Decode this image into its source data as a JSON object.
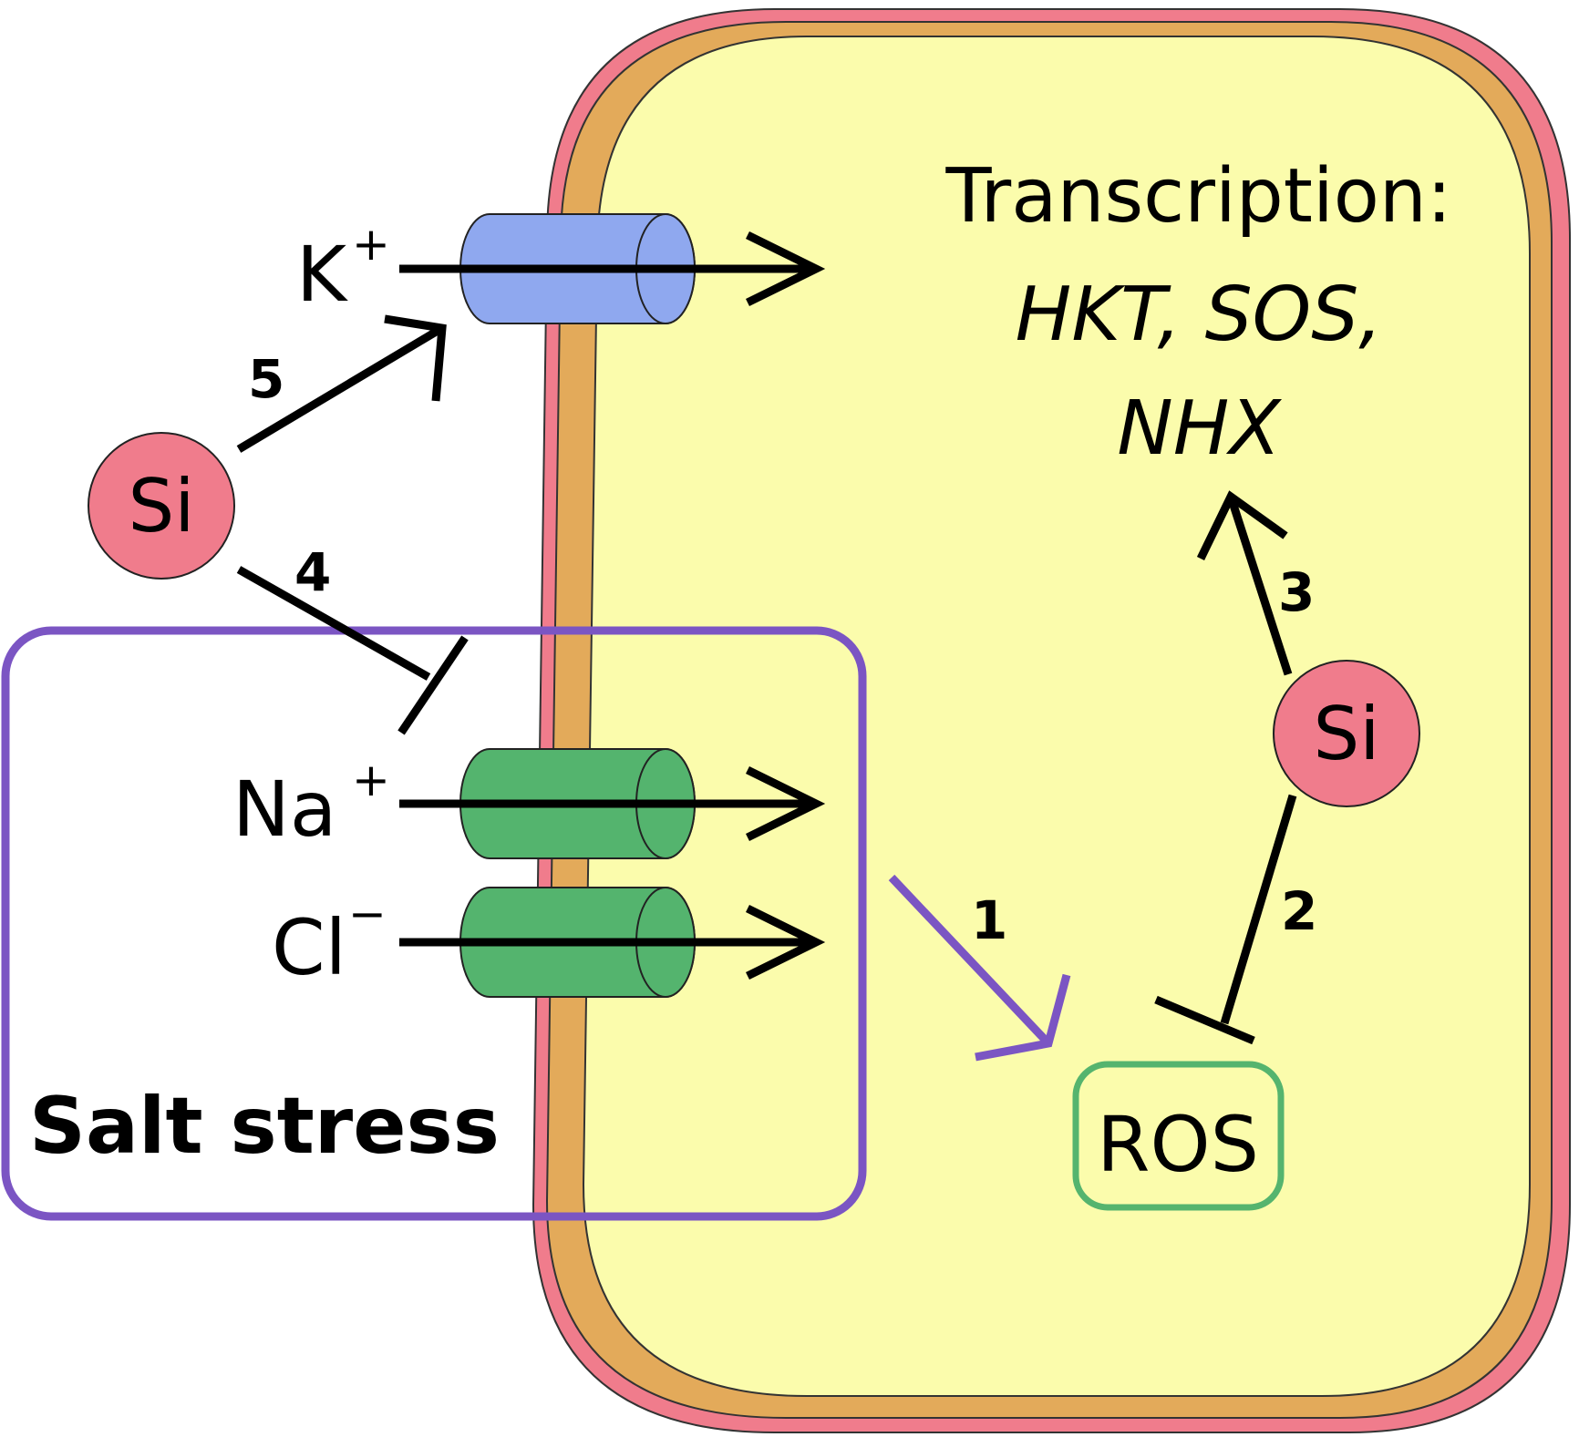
{
  "diagram": {
    "transcription_title": "Transcription:",
    "genes_line1": "HKT, SOS,",
    "genes_line2": "NHX",
    "ros": "ROS",
    "si_left": "Si",
    "si_right": "Si",
    "ion_k": "K",
    "ion_k_charge": "+",
    "ion_na": "Na",
    "ion_na_charge": "+",
    "ion_cl": "Cl",
    "ion_cl_charge": "−",
    "salt_stress": "Salt stress",
    "step1": "1",
    "step2": "2",
    "step3": "3",
    "step4": "4",
    "step5": "5"
  },
  "colors": {
    "cell_wall_outer": "#f07c8c",
    "cell_wall_inner": "#e3aa5a",
    "cytoplasm": "#fbfcac",
    "k_channel": "#8fa8ef",
    "na_cl_channel": "#54b46e",
    "si": "#f07c8c",
    "salt_box": "#7b55c3",
    "ros_box": "#55b46e"
  }
}
